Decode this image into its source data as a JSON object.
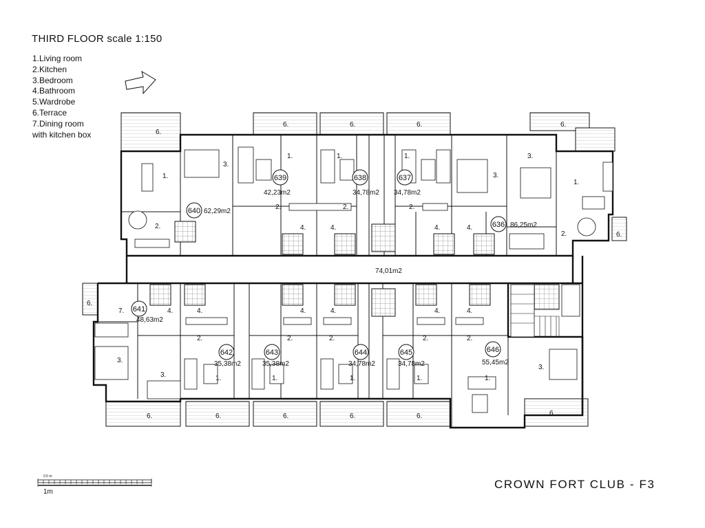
{
  "title": "THIRD FLOOR scale 1:150",
  "legend": [
    "1.Living room",
    "2.Kitchen",
    "3.Bedroom",
    "4.Bathroom",
    "5.Wardrobe",
    "6.Terrace",
    "7.Dining room",
    "with kitchen box"
  ],
  "footer": "CROWN FORT CLUB - F3",
  "scale": {
    "minor": "0,5 m",
    "major": "1m"
  },
  "corridor_area": "74,01m2",
  "apartments": [
    {
      "number": "640",
      "area": "62,29m2"
    },
    {
      "number": "639",
      "area": "42,23m2"
    },
    {
      "number": "638",
      "area": "34,78m2"
    },
    {
      "number": "637",
      "area": "34,78m2"
    },
    {
      "number": "636",
      "area": "86,25m2"
    },
    {
      "number": "641",
      "area": "48,63m2"
    },
    {
      "number": "642",
      "area": "35,38m2"
    },
    {
      "number": "643",
      "area": "35,38m2"
    },
    {
      "number": "644",
      "area": "34,78m2"
    },
    {
      "number": "645",
      "area": "34,78m2"
    },
    {
      "number": "646",
      "area": "55,45m2"
    }
  ],
  "room_labels": {
    "living": "1.",
    "kitchen": "2.",
    "bedroom": "3.",
    "bathroom": "4.",
    "terrace": "6.",
    "dining": "7."
  }
}
